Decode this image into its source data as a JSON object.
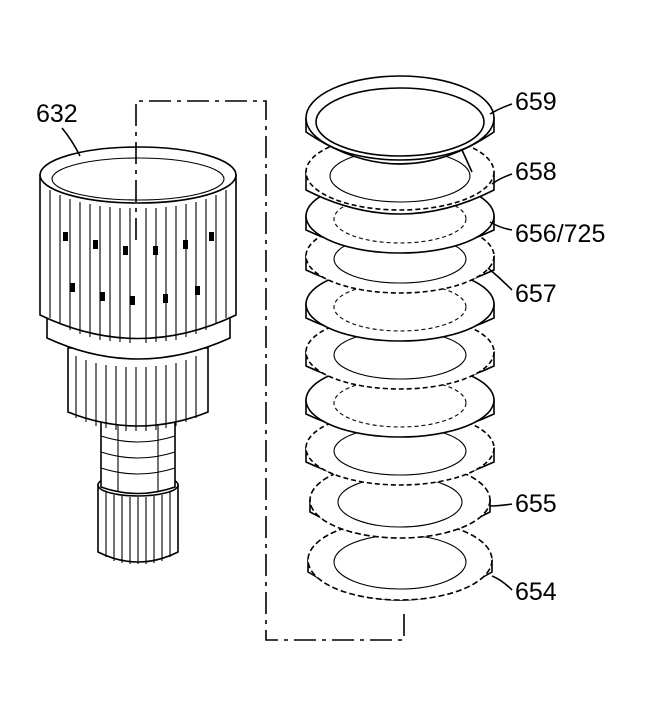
{
  "callouts": [
    {
      "id": "drum",
      "text": "632"
    },
    {
      "id": "snap-ring",
      "text": "659"
    },
    {
      "id": "backing-plate",
      "text": "658"
    },
    {
      "id": "fiber-plates",
      "text": "656/725"
    },
    {
      "id": "steel-plates",
      "text": "657"
    },
    {
      "id": "apply-plate",
      "text": "655"
    },
    {
      "id": "wave-plate",
      "text": "654"
    }
  ]
}
